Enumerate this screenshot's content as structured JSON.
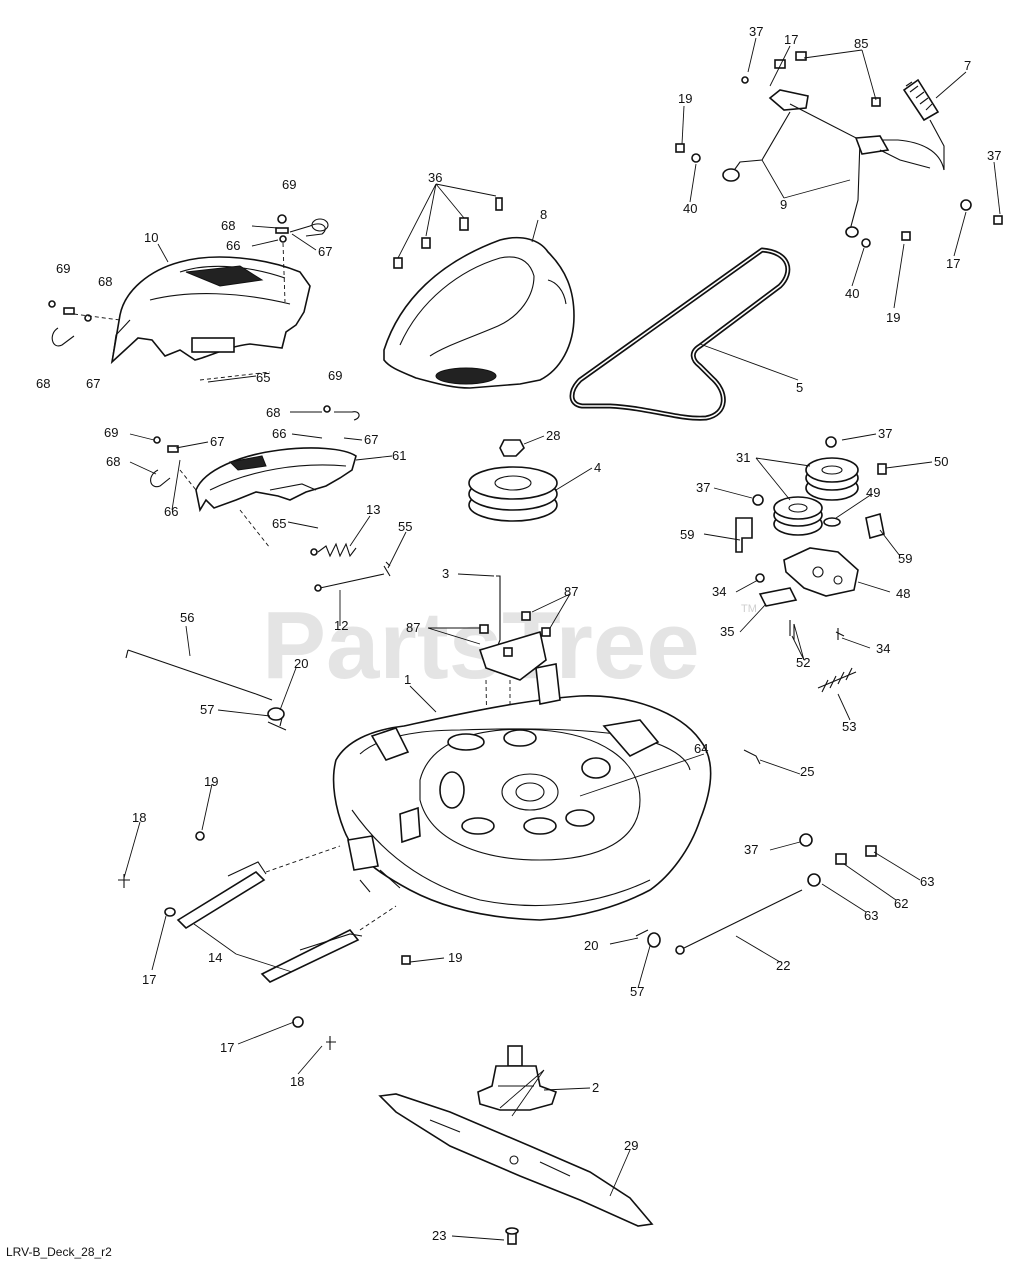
{
  "watermark": {
    "text": "PartsTree",
    "trademark": "TM"
  },
  "drawing_code": "LRV-B_Deck_28_r2",
  "callouts": [
    "37",
    "17",
    "85",
    "7",
    "19",
    "37",
    "40",
    "9",
    "17",
    "40",
    "19",
    "36",
    "8",
    "69",
    "68",
    "66",
    "67",
    "10",
    "69",
    "68",
    "68",
    "67",
    "65",
    "5",
    "69",
    "68",
    "66",
    "67",
    "28",
    "69",
    "67",
    "68",
    "61",
    "66",
    "4",
    "37",
    "31",
    "37",
    "50",
    "49",
    "59",
    "59",
    "65",
    "13",
    "55",
    "3",
    "87",
    "87",
    "34",
    "48",
    "35",
    "34",
    "52",
    "12",
    "56",
    "20",
    "57",
    "1",
    "53",
    "64",
    "25",
    "19",
    "18",
    "37",
    "63",
    "62",
    "63",
    "14",
    "19",
    "17",
    "20",
    "57",
    "22",
    "17",
    "18",
    "2",
    "29",
    "23"
  ]
}
